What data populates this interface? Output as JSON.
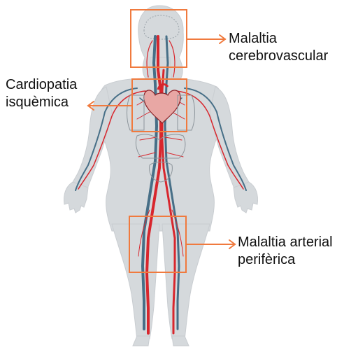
{
  "callouts": {
    "cerebrovascular": {
      "line1": "Malaltia",
      "line2": "cerebrovascular"
    },
    "cardiopatia": {
      "line1": "Cardiopatia",
      "line2": "isquèmica"
    },
    "peripheral": {
      "line1": "Malaltia arterial",
      "line2": "perifèrica"
    }
  },
  "colors": {
    "callout_accent": "#f07a3e",
    "artery": "#d8262d",
    "vein": "#476f87",
    "body": "#d5d9dc"
  }
}
